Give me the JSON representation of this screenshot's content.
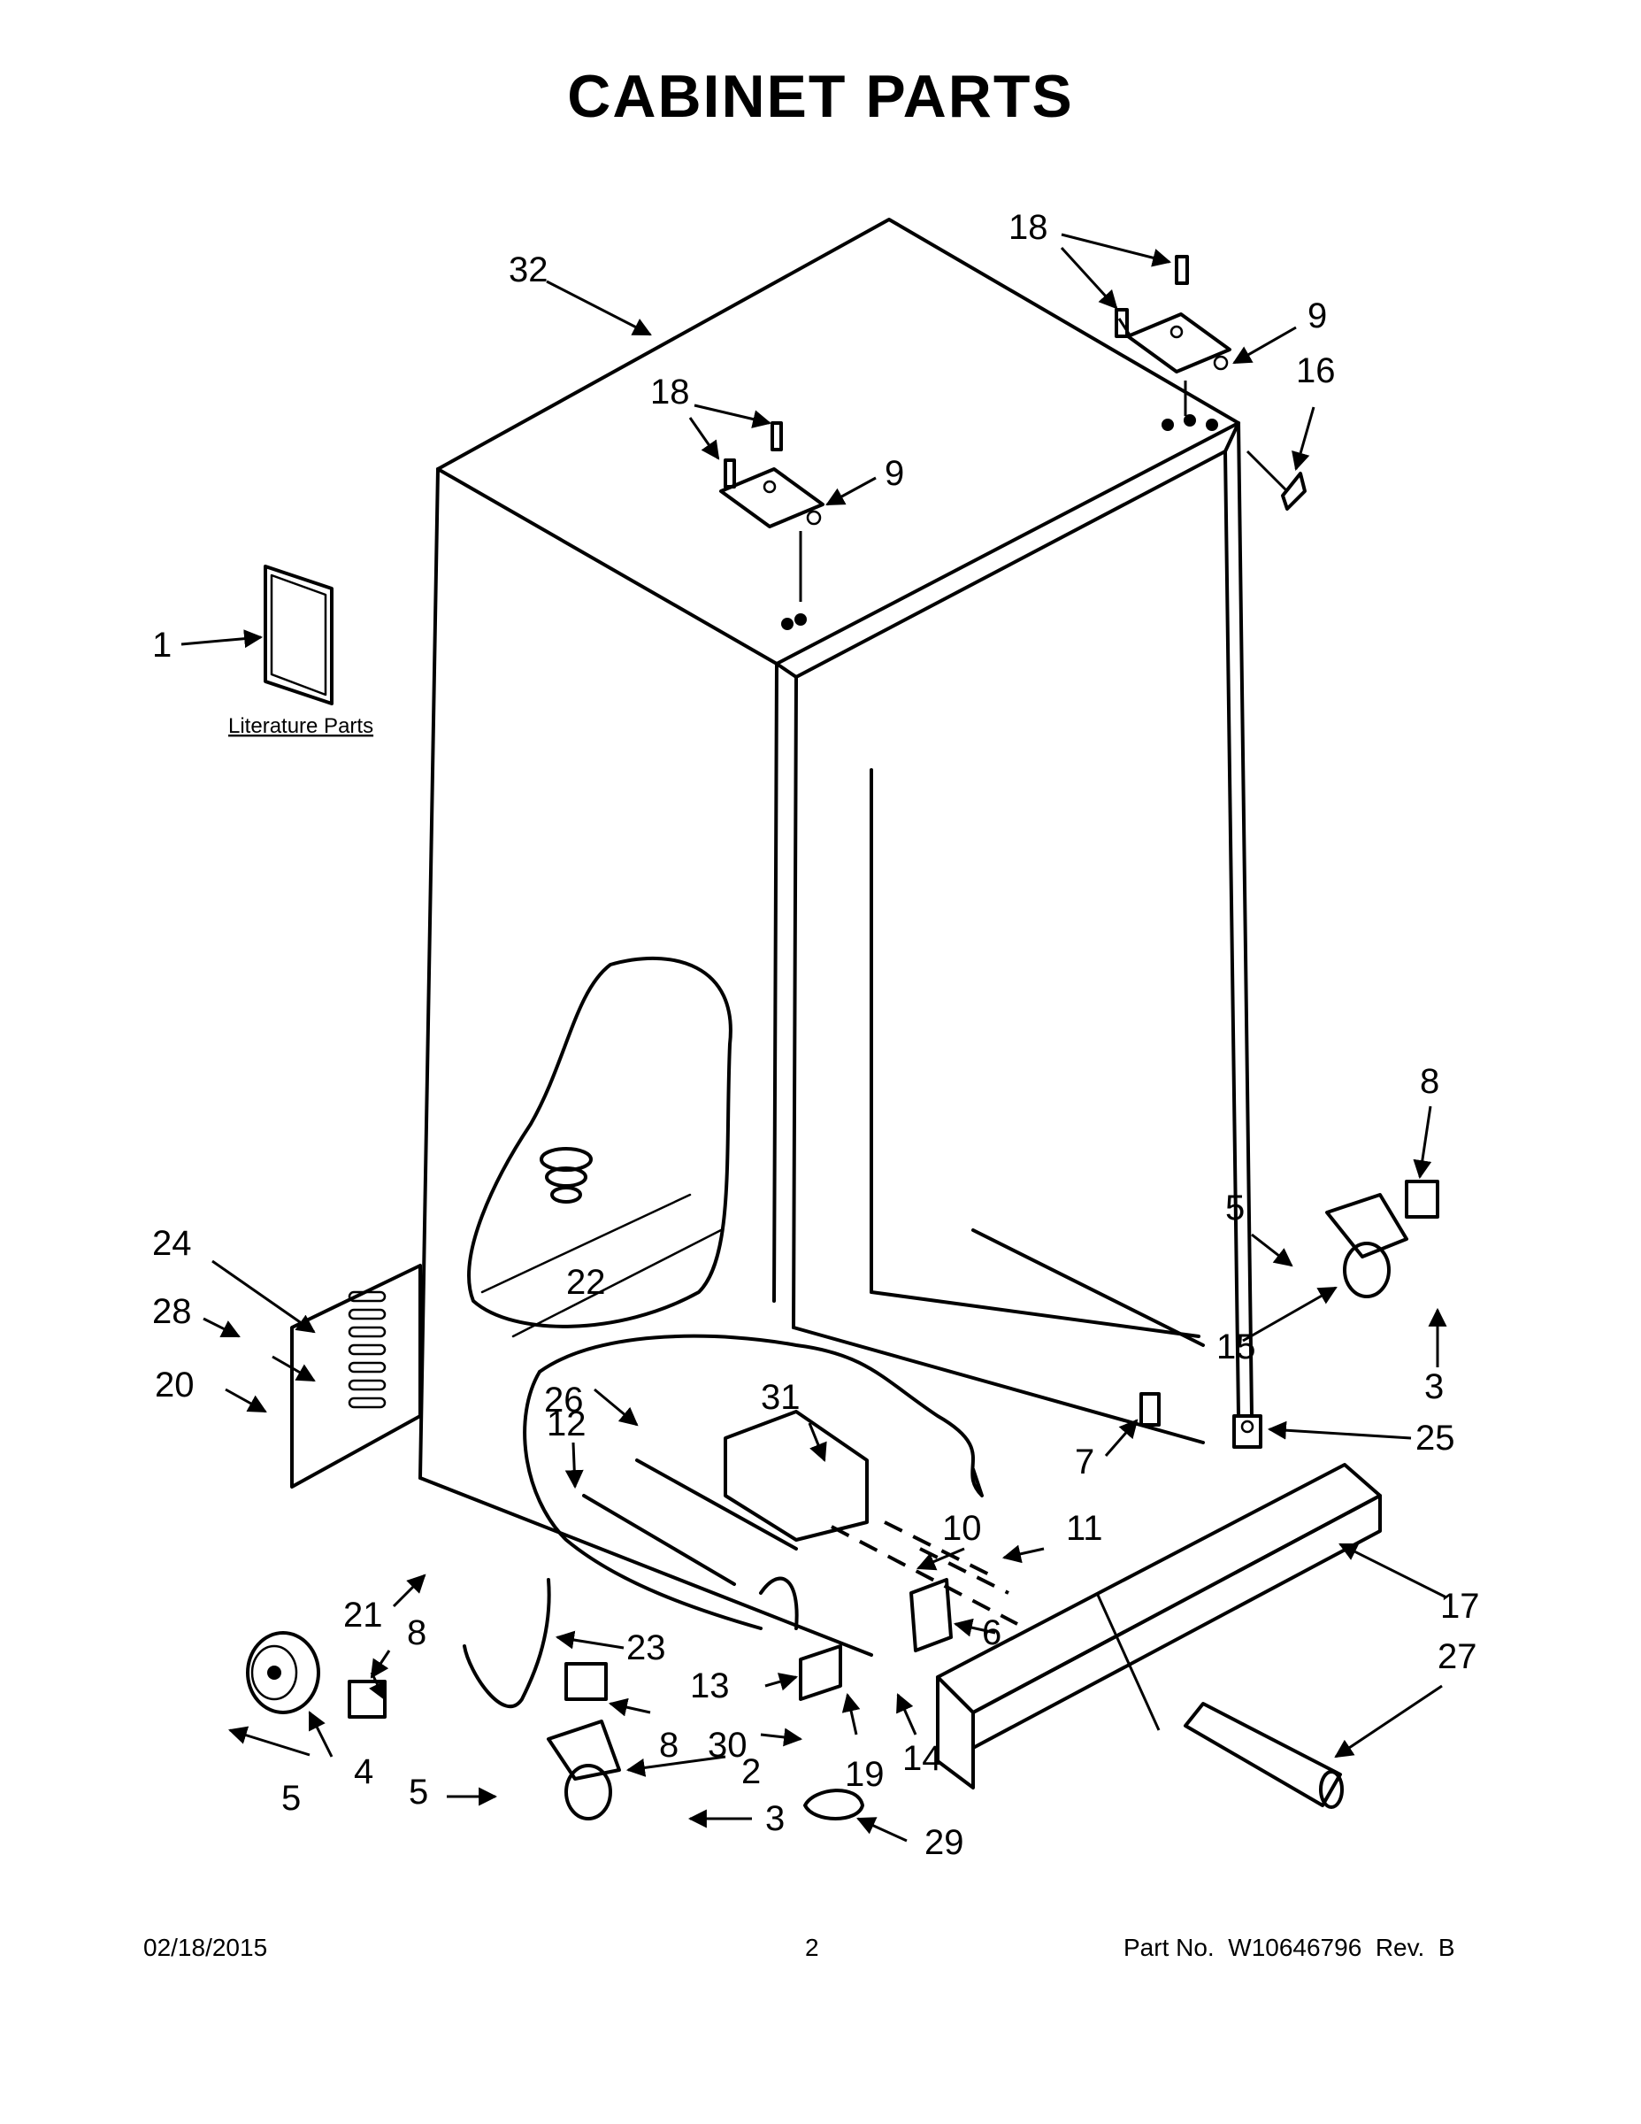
{
  "title": "CABINET PARTS",
  "literature_label": "Literature Parts",
  "callouts": {
    "c1": "1",
    "c2": "2",
    "c3a": "3",
    "c3b": "3",
    "c4": "4",
    "c5a": "5",
    "c5b": "5",
    "c5c": "5",
    "c6": "6",
    "c7": "7",
    "c8a": "8",
    "c8b": "8",
    "c8c": "8",
    "c9a": "9",
    "c9b": "9",
    "c10": "10",
    "c11": "11",
    "c12": "12",
    "c13": "13",
    "c14": "14",
    "c15": "15",
    "c16": "16",
    "c17": "17",
    "c18a": "18",
    "c18b": "18",
    "c19": "19",
    "c20": "20",
    "c21": "21",
    "c22": "22",
    "c23": "23",
    "c24": "24",
    "c25": "25",
    "c26": "26",
    "c27": "27",
    "c28": "28",
    "c29": "29",
    "c30": "30",
    "c31": "31",
    "c32": "32"
  },
  "footer": {
    "date": "02/18/2015",
    "page": "2",
    "part_no": "Part No.  W10646796  Rev.  B"
  }
}
